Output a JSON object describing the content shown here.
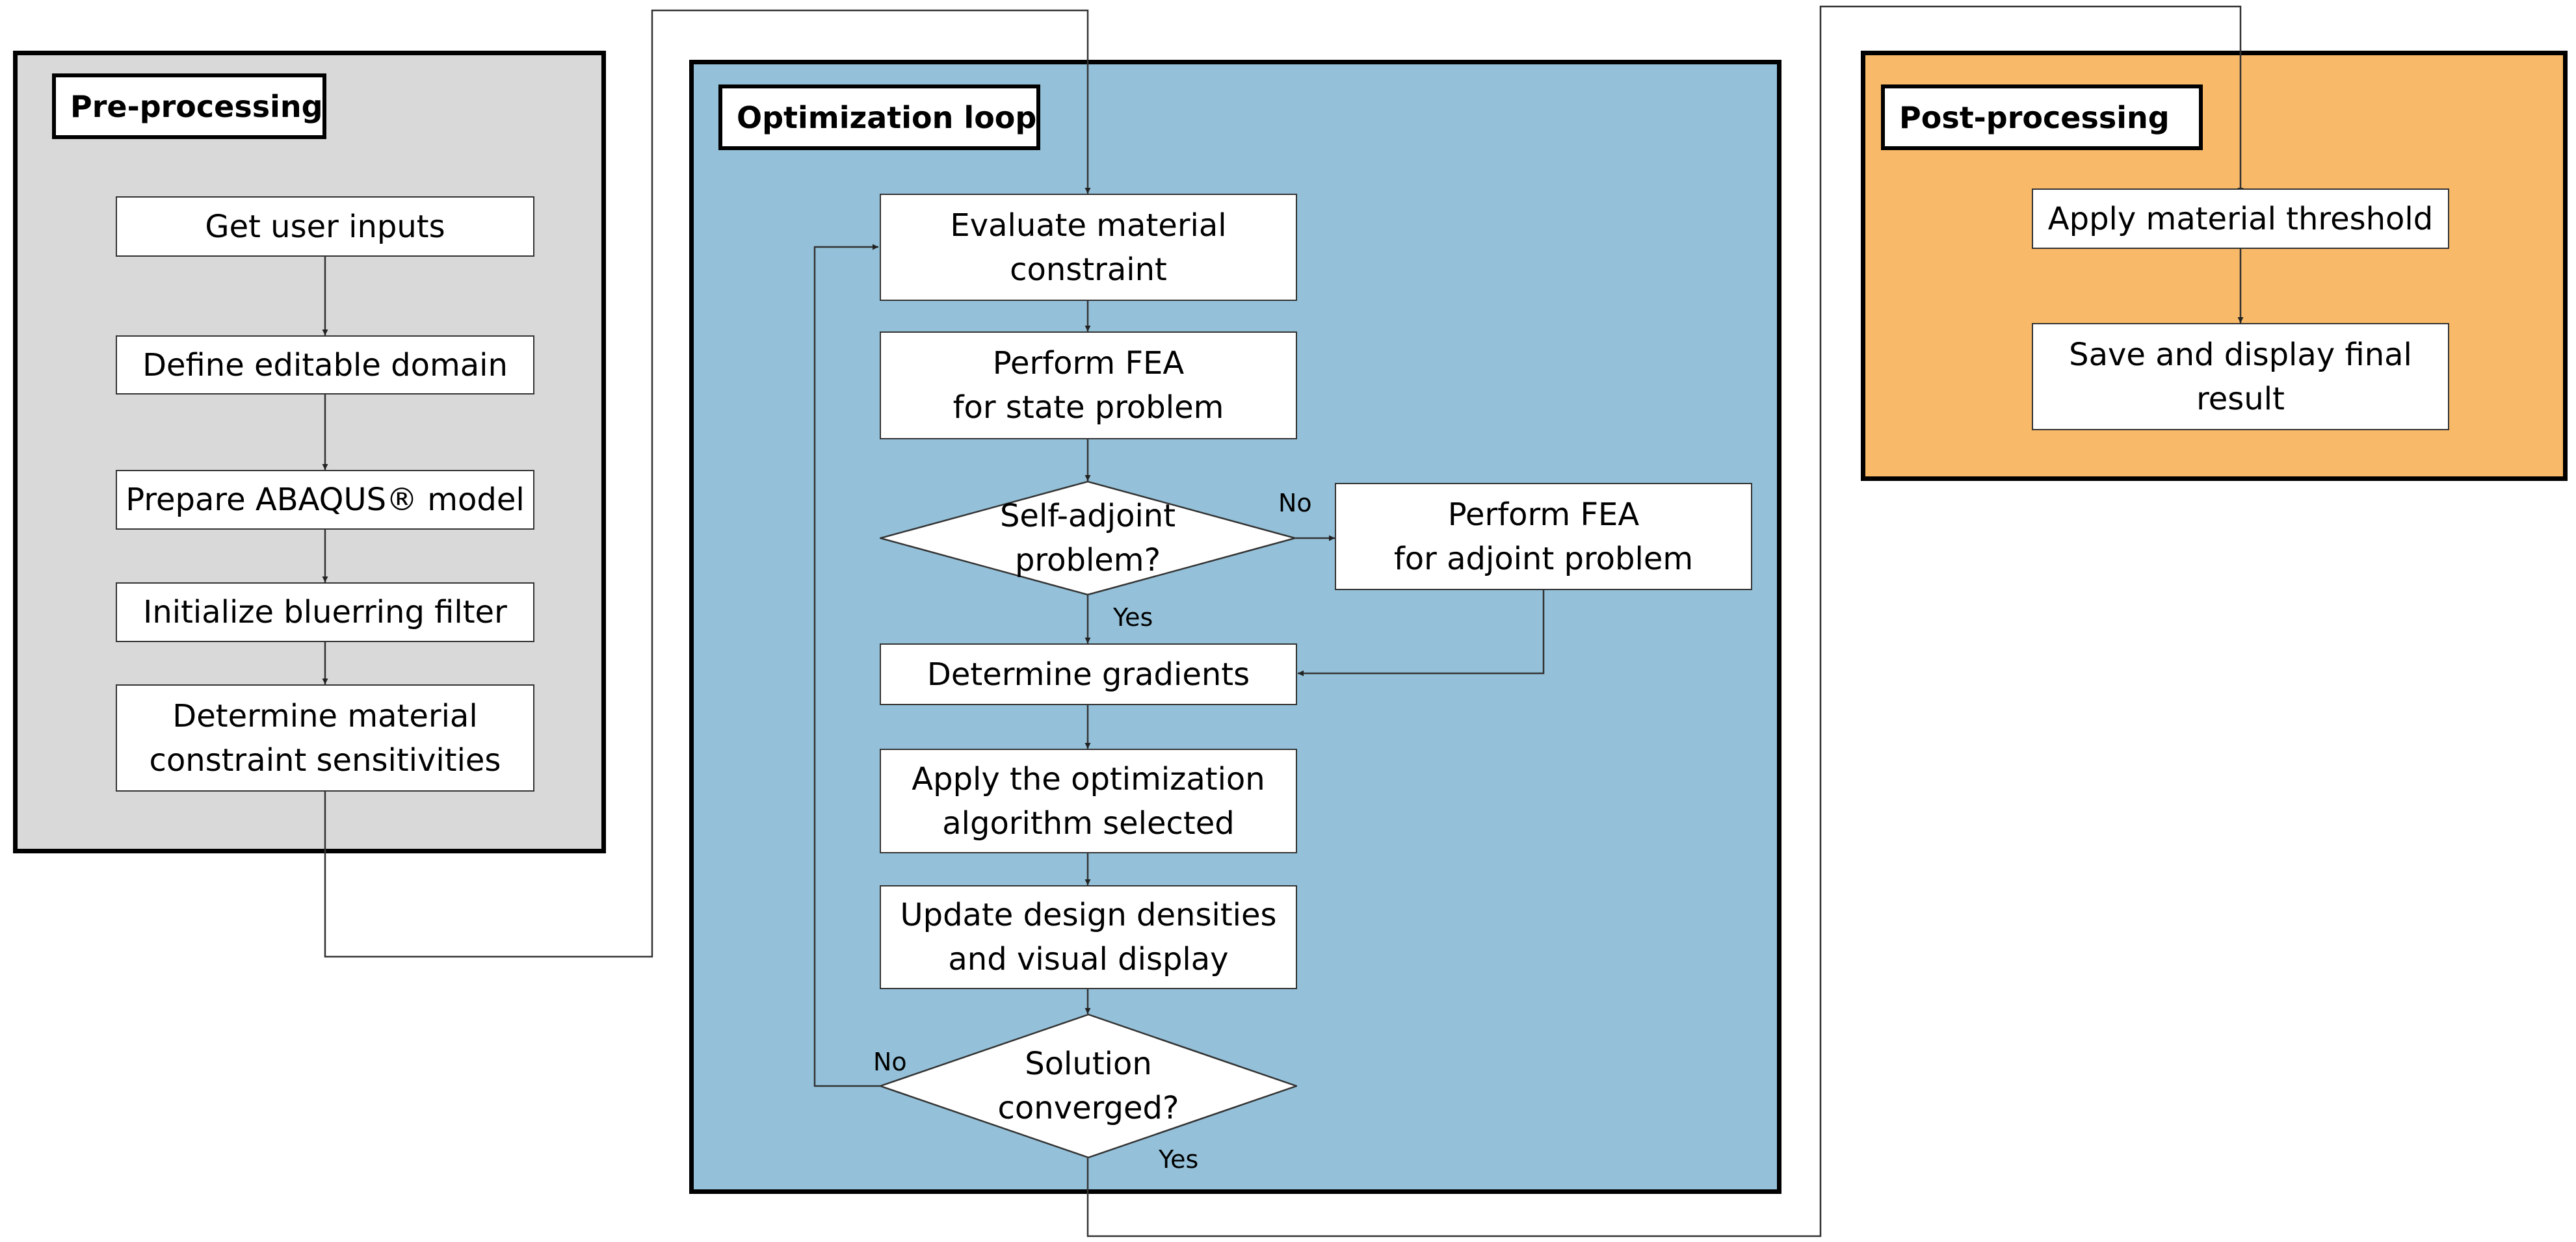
{
  "colors": {
    "pre_panel": "#d9d9d9",
    "loop_panel": "#94c1d9",
    "post_panel": "#f8b968",
    "box_fill": "#ffffff",
    "line": "#333333"
  },
  "pre": {
    "title": "Pre-processing",
    "steps": [
      "Get user inputs",
      "Define editable domain",
      "Prepare ABAQUS® model",
      "Initialize bluerring filter",
      "Determine material\nconstraint sensitivities"
    ]
  },
  "loop": {
    "title": "Optimization loop",
    "evaluate": "Evaluate material\nconstraint",
    "fea_state": "Perform FEA\nfor state problem",
    "self_adjoint": "Self-adjoint\nproblem?",
    "fea_adjoint": "Perform FEA\nfor adjoint problem",
    "gradients": "Determine gradients",
    "apply_algorithm": "Apply the optimization\nalgorithm selected",
    "update": "Update design densities\nand visual display",
    "converged": "Solution\nconverged?",
    "no_adjoint": "No",
    "yes_adjoint": "Yes",
    "no_converged": "No",
    "yes_converged": "Yes"
  },
  "post": {
    "title": "Post-processing",
    "threshold": "Apply material threshold",
    "save": "Save and display final\nresult"
  }
}
